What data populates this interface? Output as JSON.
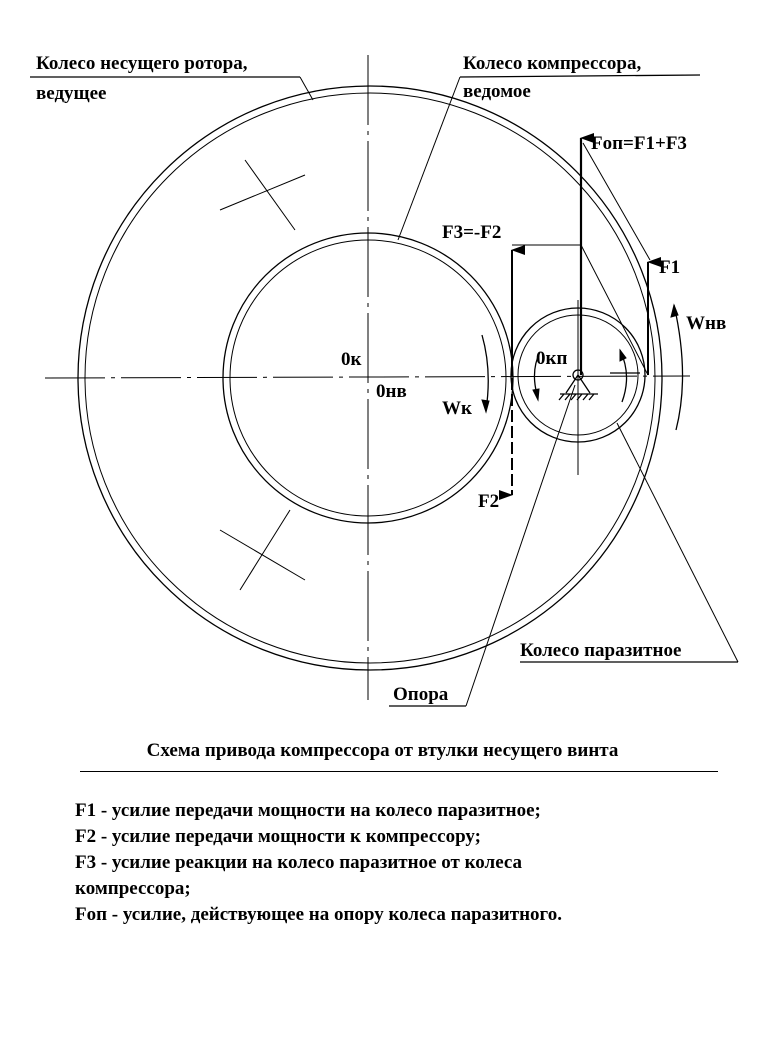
{
  "labels": {
    "rotor_wheel_1": "Колесо несущего ротора,",
    "rotor_wheel_2": "ведущее",
    "compressor_wheel_1": "Колесо компрессора,",
    "compressor_wheel_2": "ведомое",
    "f_op": "Fоп=F1+F3",
    "f3": "F3=-F2",
    "f1": "F1",
    "f2": "F2",
    "w_nv": "Wнв",
    "w_k": "Wк",
    "o_k": "0к",
    "o_nv": "0нв",
    "o_kp": "0кп",
    "idler_wheel": "Колесо паразитное",
    "support": "Опора"
  },
  "caption": "Схема привода компрессора от втулки несущего винта",
  "legend": [
    "F1 - усилие передачи мощности на колесо паразитное;",
    "F2 - усилие передачи мощности к компрессору;",
    "F3 - усилие реакции на колесо паразитное от колеса",
    "компрессора;",
    "Fоп - усилие, действующее на опору колеса паразитного."
  ]
}
